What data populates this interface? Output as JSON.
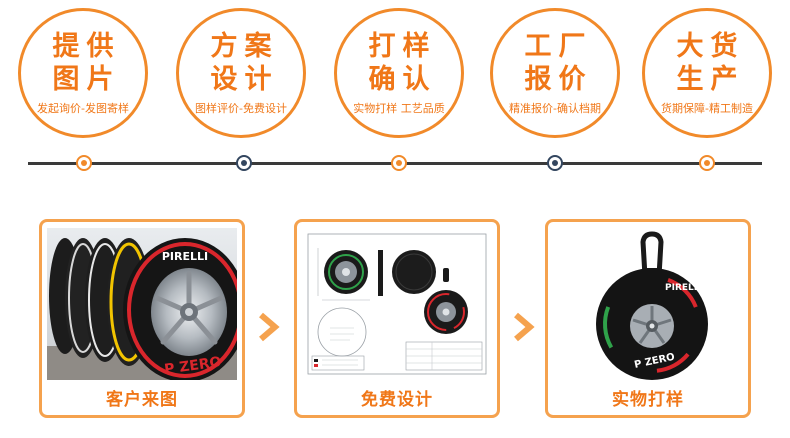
{
  "steps": [
    {
      "line1": "提供",
      "line2": "图片",
      "sub": "发起询价-发图寄样"
    },
    {
      "line1": "方案",
      "line2": "设计",
      "sub": "图样评价-免费设计"
    },
    {
      "line1": "打样",
      "line2": "确认",
      "sub": "实物打样 工艺品质"
    },
    {
      "line1": "工厂",
      "line2": "报价",
      "sub": "精准报价-确认档期"
    },
    {
      "line1": "大货",
      "line2": "生产",
      "sub": "货期保障-精工制造"
    }
  ],
  "cards": [
    {
      "label": "客户来图"
    },
    {
      "label": "免费设计"
    },
    {
      "label": "实物打样"
    }
  ],
  "colors": {
    "accent": "#f07718",
    "border": "#f5a24e",
    "timeline": "#3a3a3a",
    "dark_dot": "#33465f"
  }
}
